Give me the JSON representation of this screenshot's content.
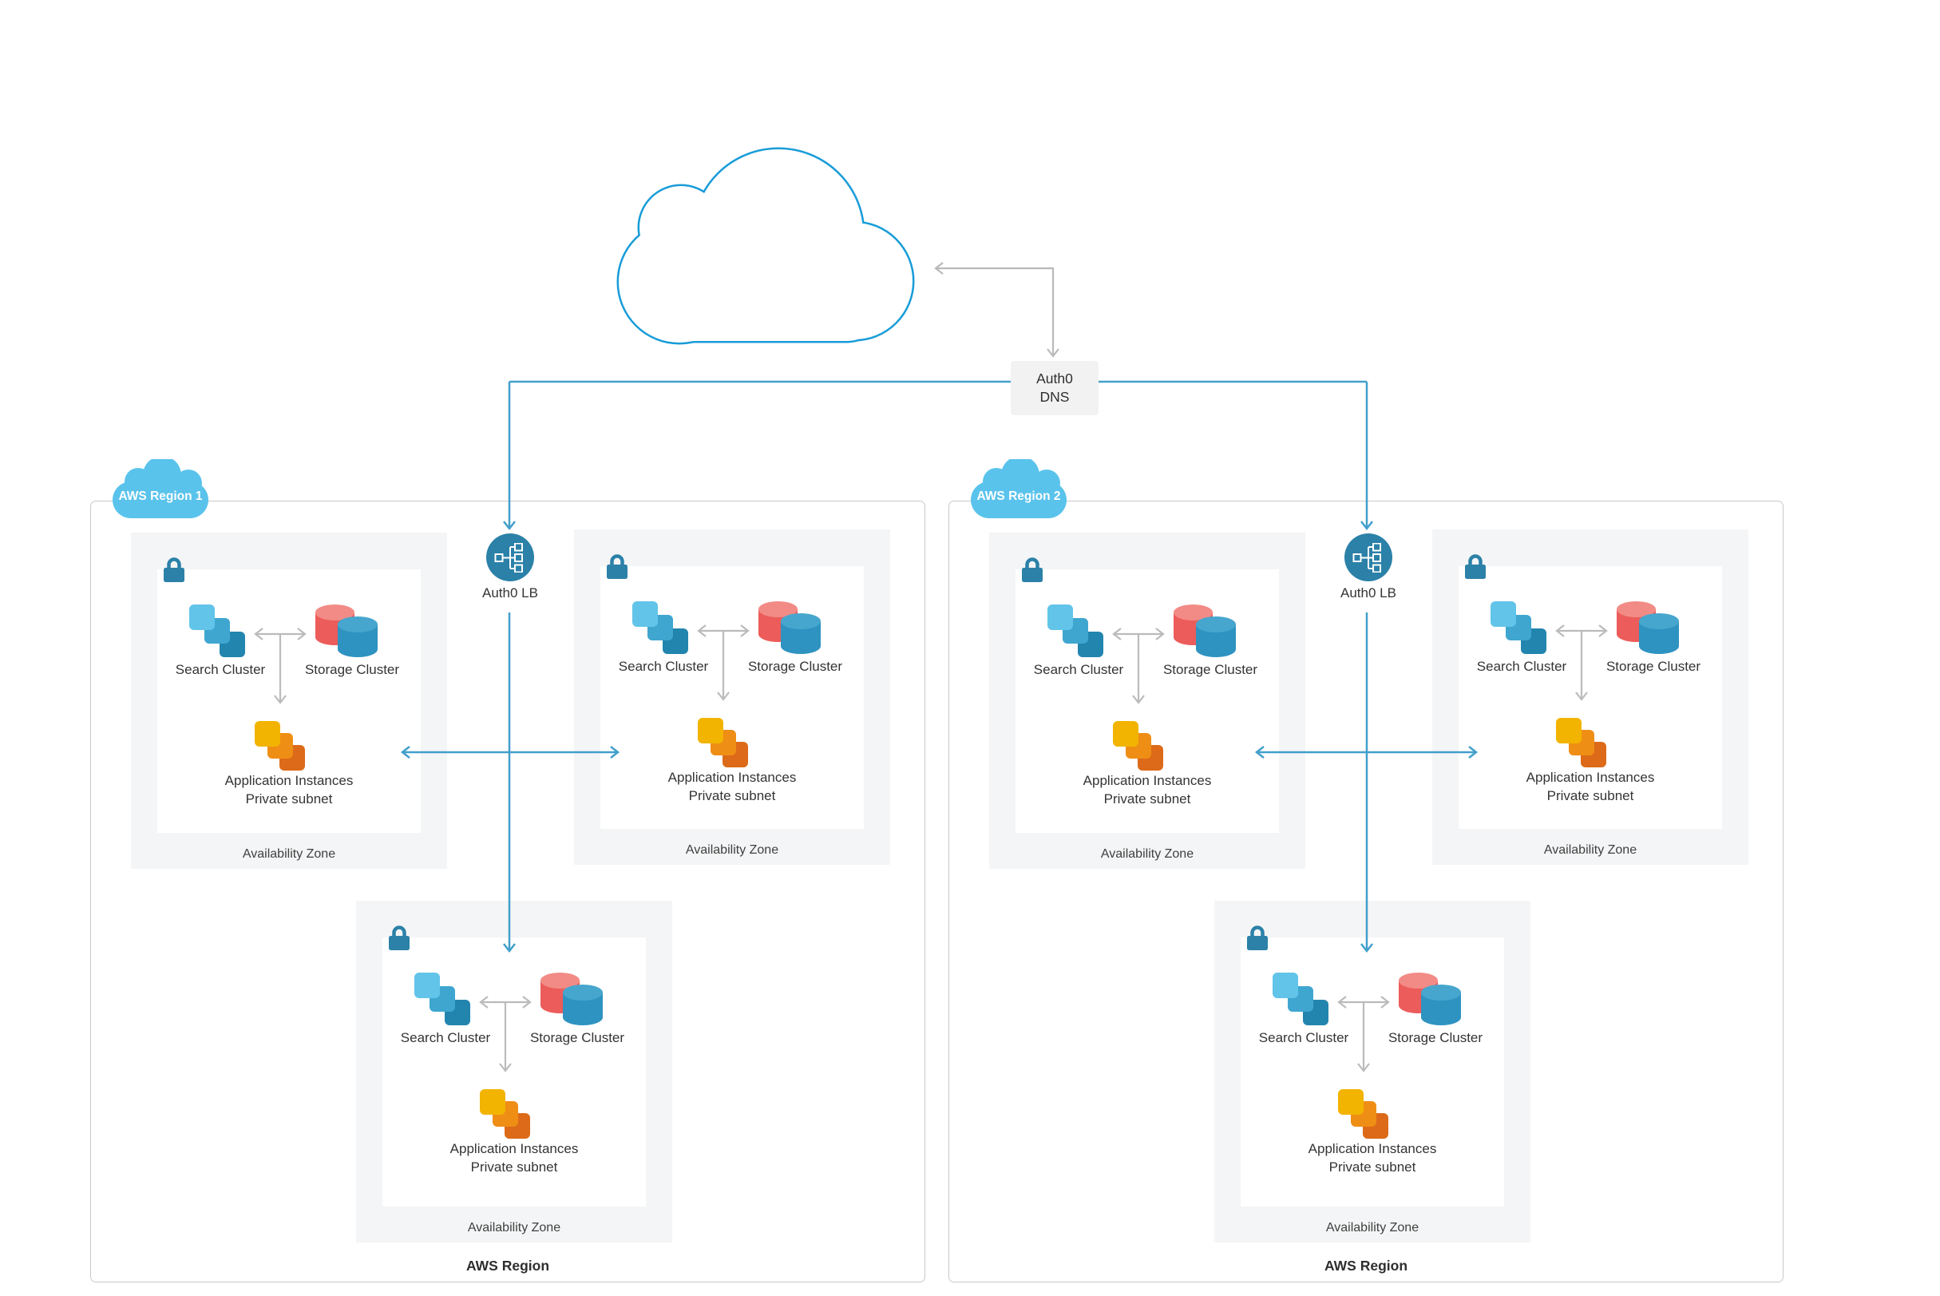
{
  "dns_box": {
    "line1": "Auth0",
    "line2": "DNS"
  },
  "regions": [
    {
      "cloud_label": "AWS Region 1",
      "lb_label": "Auth0 LB",
      "footer_label": "AWS Region",
      "zones": [
        {
          "search_label": "Search Cluster",
          "storage_label": "Storage Cluster",
          "app_label_line1": "Application Instances",
          "app_label_line2": "Private subnet",
          "zone_label": "Availability Zone"
        },
        {
          "search_label": "Search Cluster",
          "storage_label": "Storage Cluster",
          "app_label_line1": "Application Instances",
          "app_label_line2": "Private subnet",
          "zone_label": "Availability Zone"
        },
        {
          "search_label": "Search Cluster",
          "storage_label": "Storage Cluster",
          "app_label_line1": "Application Instances",
          "app_label_line2": "Private subnet",
          "zone_label": "Availability Zone"
        }
      ]
    },
    {
      "cloud_label": "AWS Region 2",
      "lb_label": "Auth0 LB",
      "footer_label": "AWS Region",
      "zones": [
        {
          "search_label": "Search Cluster",
          "storage_label": "Storage Cluster",
          "app_label_line1": "Application Instances",
          "app_label_line2": "Private subnet",
          "zone_label": "Availability Zone"
        },
        {
          "search_label": "Search Cluster",
          "storage_label": "Storage Cluster",
          "app_label_line1": "Application Instances",
          "app_label_line2": "Private subnet",
          "zone_label": "Availability Zone"
        },
        {
          "search_label": "Search Cluster",
          "storage_label": "Storage Cluster",
          "app_label_line1": "Application Instances",
          "app_label_line2": "Private subnet",
          "zone_label": "Availability Zone"
        }
      ]
    }
  ],
  "colors": {
    "internet_cloud_outline": "#189cd8",
    "connector_blue": "#429fcb",
    "connector_gray": "#b9b9b9",
    "node_fill": "#2b81a8",
    "region_cloud_fill": "#5ac3ec",
    "zone_background": "#f4f5f6",
    "search_square_colors": [
      "#62c4e9",
      "#3fa6d0",
      "#2285ae"
    ],
    "storage_cylinder_colors": [
      "#ec5c5a",
      "#2e93c1"
    ],
    "app_square_colors": [
      "#f2b400",
      "#ef8e15",
      "#dc6a18"
    ]
  }
}
